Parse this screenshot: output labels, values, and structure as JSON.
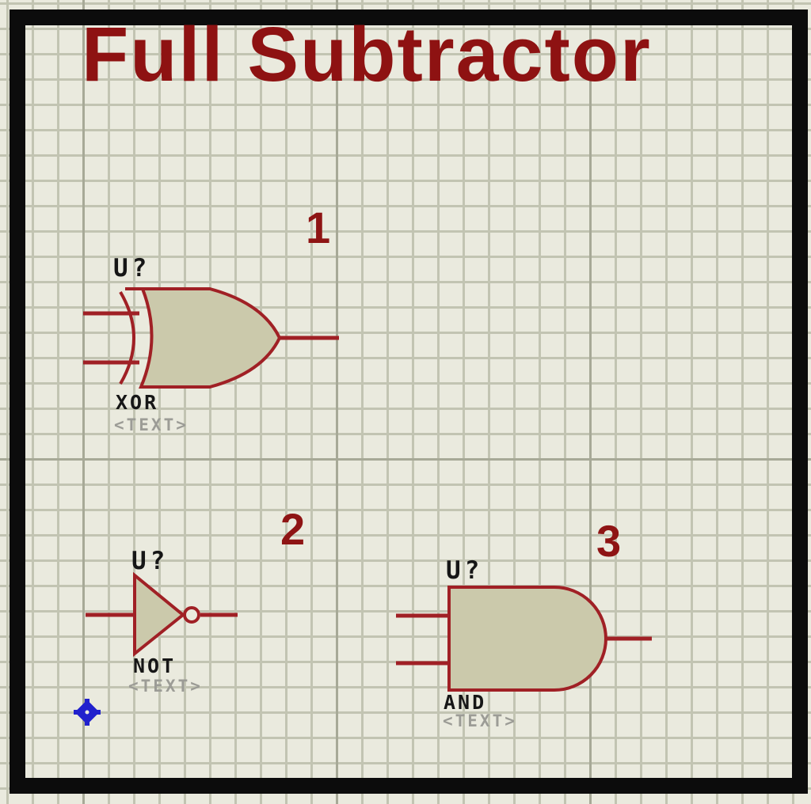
{
  "title": "Full Subtractor",
  "gates": [
    {
      "number": "1",
      "ref": "U?",
      "type": "XOR",
      "placeholder": "<TEXT>"
    },
    {
      "number": "2",
      "ref": "U?",
      "type": "NOT",
      "placeholder": "<TEXT>"
    },
    {
      "number": "3",
      "ref": "U?",
      "type": "AND",
      "placeholder": "<TEXT>"
    }
  ],
  "colors": {
    "canvas_bg": "#eaeade",
    "grid_minor": "#c2c4b2",
    "grid_major": "#a7a997",
    "frame_border": "#0c0c0c",
    "title_text": "#8e1212",
    "annotation_numbers": "#8e1414",
    "gate_outline": "#a02025",
    "gate_fill": "#cbc9ab",
    "label_text": "#161616",
    "placeholder_text": "#9c9c96",
    "origin_marker": "#2121cd"
  }
}
